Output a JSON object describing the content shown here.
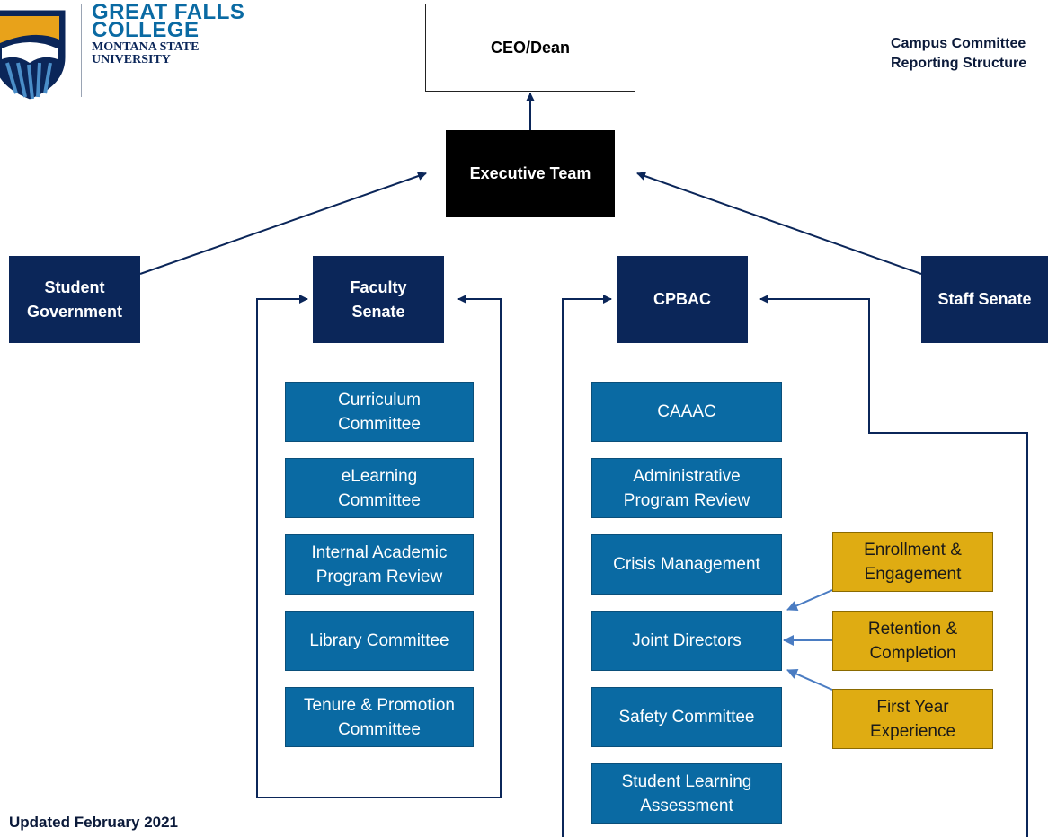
{
  "logo": {
    "line1": "GREAT FALLS",
    "line2": "COLLEGE",
    "line3": "MONTANA STATE",
    "line4": "UNIVERSITY"
  },
  "header": {
    "title_line1": "Campus Committee",
    "title_line2": "Reporting Structure"
  },
  "footer": {
    "updated": "Updated February 2021"
  },
  "top": {
    "ceo": "CEO/Dean",
    "executive": "Executive Team"
  },
  "governance": {
    "student_government": "Student\nGovernment",
    "faculty_senate": "Faculty\nSenate",
    "cpbac": "CPBAC",
    "staff_senate": "Staff Senate"
  },
  "faculty_committees": [
    "Curriculum\nCommittee",
    "eLearning\nCommittee",
    "Internal Academic\nProgram Review",
    "Library Committee",
    "Tenure & Promotion\nCommittee"
  ],
  "cpbac_committees": [
    "CAAAC",
    "Administrative\nProgram Review",
    "Crisis Management",
    "Joint Directors",
    "Safety Committee",
    "Student Learning\nAssessment"
  ],
  "joint_director_groups": [
    "Enrollment &\nEngagement",
    "Retention &\nCompletion",
    "First Year\nExperience"
  ],
  "colors": {
    "navy": "#0b2659",
    "committee_blue": "#0a6aa3",
    "gold": "#dfac12",
    "black": "#000000"
  }
}
